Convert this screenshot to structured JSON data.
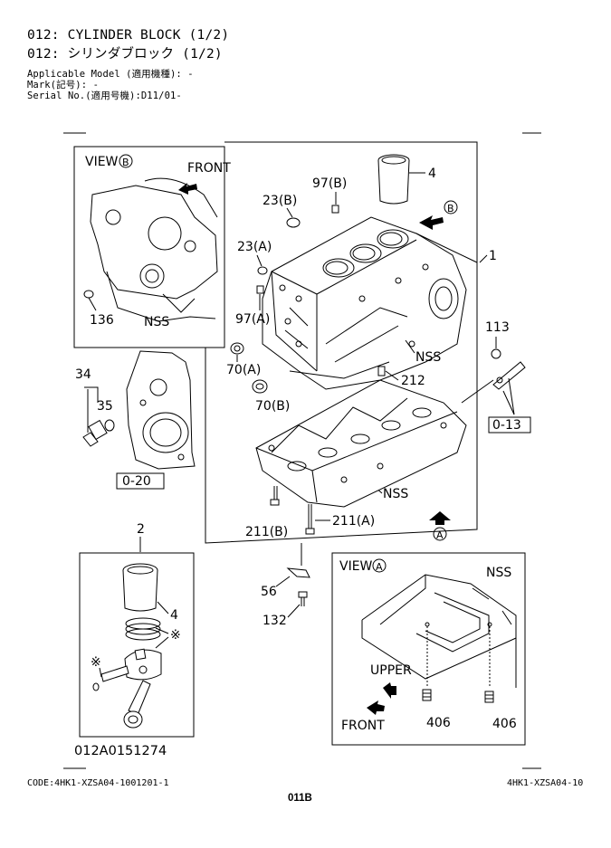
{
  "header": {
    "title_en": "012: CYLINDER BLOCK (1/2)",
    "title_jp": "012: シリンダブロック (1/2)",
    "applicable_model": "Applicable Model (適用機種): -",
    "mark": "Mark(記号): -",
    "serial_no": "Serial No.(適用号機):D11/01-"
  },
  "diagram": {
    "view_b": {
      "title": "VIEW",
      "letter": "B",
      "front": "FRONT",
      "p136": "136",
      "nss": "NSS"
    },
    "view_a": {
      "title": "VIEW",
      "letter": "A",
      "upper": "UPPER",
      "front": "FRONT",
      "nss": "NSS",
      "p406a": "406",
      "p406b": "406"
    },
    "labels": {
      "p4": "4",
      "p97b": "97(B)",
      "p23b": "23(B)",
      "b": "B",
      "p23a": "23(A)",
      "p1": "1",
      "p97a": "97(A)",
      "p70a": "70(A)",
      "p70b": "70(B)",
      "p212": "212",
      "p113": "113",
      "p013": "0-13",
      "p34": "34",
      "p35": "35",
      "p020": "0-20",
      "nss1": "NSS",
      "nss2": "NSS",
      "p211a": "211(A)",
      "p211b": "211(B)",
      "a": "A",
      "p56": "56",
      "p132": "132",
      "p2": "2",
      "p4b": "4",
      "star1": "※",
      "star2": "※"
    },
    "code_number": "012A0151274"
  },
  "footer": {
    "code_left": "CODE:4HK1-XZSA04-1001201-1",
    "code_right": "4HK1-XZSA04-10",
    "page": "011B"
  }
}
